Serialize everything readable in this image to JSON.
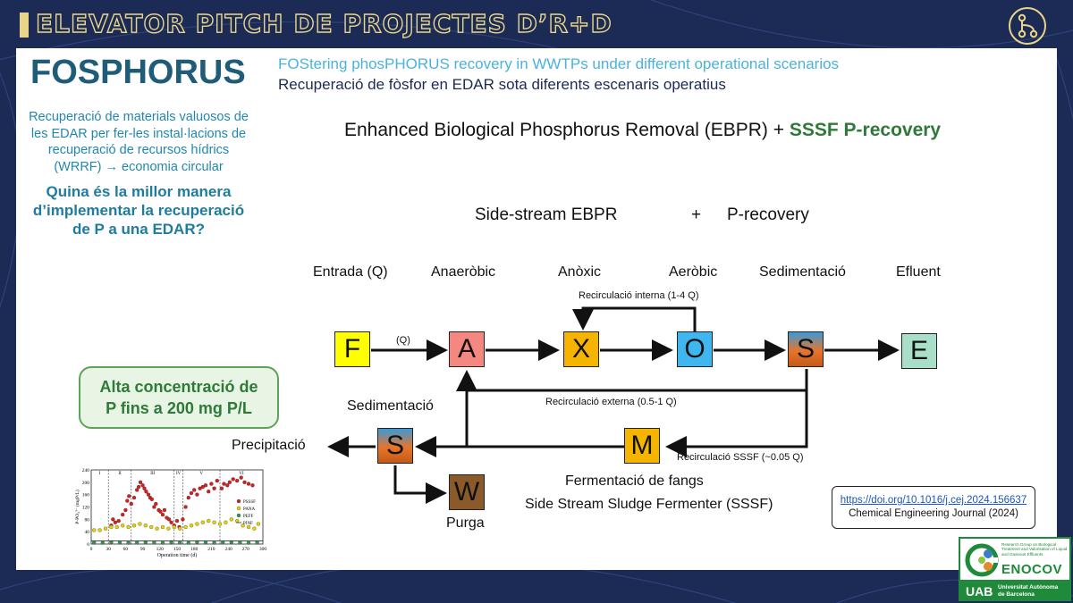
{
  "header": {
    "title": "ELEVATOR PITCH DE PROJECTES D’R+D",
    "icon": "network-icon"
  },
  "project": {
    "title": "FOSPHORUS",
    "subtitle_en": "FOStering phosPHORUS recovery in WWTPs under different operational scenarios",
    "subtitle_ca": "Recuperació de fòsfor en EDAR sota diferents escenaris operatius"
  },
  "left": {
    "intro": "Recuperació de materials valuosos de les EDAR per fer-les instal·lacions de recuperació de recursos hídrics (WRRF) → economia circular",
    "question": "Quina és la millor manera d’implementar la recuperació de P a una EDAR?"
  },
  "diagram": {
    "heading_main": "Enhanced Biological Phosphorus Removal (EBPR) + ",
    "heading_highlight": "SSSF P-recovery",
    "side_stream": "Side-stream EBPR",
    "plus": "+",
    "p_recovery": "P-recovery",
    "stages": {
      "entrada": "Entrada (Q)",
      "anaerobic": "Anaeròbic",
      "anoxic": "Anòxic",
      "aerobic": "Aeròbic",
      "sedimentacio": "Sedimentació",
      "efluent": "Efluent"
    },
    "boxes": {
      "F": "F",
      "A": "A",
      "X": "X",
      "O": "O",
      "S1": "S",
      "E": "E",
      "S2": "S",
      "M": "M",
      "W": "W"
    },
    "flow_q": "(Q)",
    "internal_recirc": "Recirculació interna (1-4 Q)",
    "external_recirc": "Recirculació externa (0.5-1 Q)",
    "sssf_recirc": "Recirculació SSSF (~0.05 Q)",
    "sedimentacio_lower": "Sedimentació",
    "precipitacio": "Precipitació",
    "purga": "Purga",
    "fermentacio": "Fermentació de fangs",
    "sssf_full": "Side Stream Sludge Fermenter (SSSF)",
    "colors": {
      "F": "#ffff00",
      "A": "#f4877f",
      "X": "#f5b400",
      "O": "#3fb6ee",
      "S": "#e8742a",
      "E": "#a9dec9",
      "M": "#f5b400",
      "W": "#8b5a2b"
    }
  },
  "callout": {
    "line1": "Alta concentració de",
    "line2": "P fins a 200 mg P/L"
  },
  "reference": {
    "doi": "https://doi.org/10.1016/j.cej.2024.156637",
    "journal": "Chemical Engineering Journal (2024)"
  },
  "chart_data": {
    "type": "scatter",
    "xlabel": "Operation time (d)",
    "ylabel": "P-PO₄³⁻ (mgP/L)",
    "xlim": [
      0,
      300
    ],
    "ylim": [
      0,
      240
    ],
    "x_ticks": [
      "0",
      "30",
      "60",
      "90",
      "120",
      "150",
      "180",
      "210",
      "240",
      "270",
      "300"
    ],
    "y_ticks": [
      "0",
      "20",
      "40",
      "60",
      "80",
      "100",
      "120",
      "140",
      "160",
      "180",
      "200",
      "220",
      "240"
    ],
    "phase_labels": [
      "I",
      "II",
      "III",
      "IV",
      "V",
      "VI"
    ],
    "phase_boundaries": [
      30,
      70,
      145,
      160,
      225
    ],
    "legend": [
      "PSSSF",
      "PANA",
      "PEFF",
      "PINF"
    ],
    "series": [
      {
        "name": "PSSSF",
        "color": "#d42020",
        "points": [
          [
            35,
            60
          ],
          [
            38,
            80
          ],
          [
            42,
            70
          ],
          [
            48,
            75
          ],
          [
            55,
            95
          ],
          [
            60,
            110
          ],
          [
            63,
            140
          ],
          [
            66,
            155
          ],
          [
            70,
            130
          ],
          [
            75,
            150
          ],
          [
            80,
            175
          ],
          [
            83,
            185
          ],
          [
            86,
            200
          ],
          [
            90,
            190
          ],
          [
            93,
            180
          ],
          [
            96,
            170
          ],
          [
            100,
            160
          ],
          [
            103,
            150
          ],
          [
            106,
            145
          ],
          [
            110,
            120
          ],
          [
            113,
            130
          ],
          [
            118,
            110
          ],
          [
            121,
            105
          ],
          [
            125,
            95
          ],
          [
            128,
            110
          ],
          [
            132,
            85
          ],
          [
            136,
            80
          ],
          [
            140,
            70
          ],
          [
            145,
            60
          ],
          [
            150,
            75
          ],
          [
            154,
            55
          ],
          [
            160,
            80
          ],
          [
            165,
            120
          ],
          [
            170,
            150
          ],
          [
            175,
            165
          ],
          [
            180,
            175
          ],
          [
            185,
            160
          ],
          [
            190,
            180
          ],
          [
            195,
            185
          ],
          [
            200,
            190
          ],
          [
            205,
            170
          ],
          [
            210,
            195
          ],
          [
            215,
            180
          ],
          [
            220,
            205
          ],
          [
            228,
            180
          ],
          [
            232,
            195
          ],
          [
            238,
            190
          ],
          [
            242,
            200
          ],
          [
            248,
            210
          ],
          [
            255,
            205
          ],
          [
            262,
            215
          ],
          [
            268,
            200
          ],
          [
            275,
            195
          ],
          [
            282,
            190
          ]
        ]
      },
      {
        "name": "PANA",
        "color": "#e6d400",
        "points": [
          [
            5,
            45
          ],
          [
            15,
            45
          ],
          [
            25,
            50
          ],
          [
            35,
            55
          ],
          [
            45,
            55
          ],
          [
            55,
            60
          ],
          [
            65,
            55
          ],
          [
            75,
            60
          ],
          [
            85,
            65
          ],
          [
            95,
            60
          ],
          [
            105,
            55
          ],
          [
            115,
            50
          ],
          [
            125,
            55
          ],
          [
            135,
            50
          ],
          [
            145,
            55
          ],
          [
            155,
            50
          ],
          [
            165,
            55
          ],
          [
            175,
            60
          ],
          [
            185,
            65
          ],
          [
            195,
            70
          ],
          [
            205,
            75
          ],
          [
            215,
            70
          ],
          [
            225,
            65
          ],
          [
            235,
            70
          ],
          [
            245,
            80
          ],
          [
            255,
            75
          ],
          [
            265,
            60
          ],
          [
            275,
            55
          ],
          [
            285,
            50
          ],
          [
            292,
            65
          ]
        ]
      },
      {
        "name": "PEFF",
        "color": "#28a04a",
        "points": [
          [
            5,
            5
          ],
          [
            20,
            4
          ],
          [
            35,
            6
          ],
          [
            50,
            5
          ],
          [
            65,
            4
          ],
          [
            80,
            5
          ],
          [
            95,
            6
          ],
          [
            110,
            5
          ],
          [
            125,
            4
          ],
          [
            140,
            6
          ],
          [
            155,
            5
          ],
          [
            170,
            4
          ],
          [
            185,
            6
          ],
          [
            200,
            5
          ],
          [
            215,
            4
          ],
          [
            230,
            5
          ],
          [
            245,
            6
          ],
          [
            260,
            5
          ],
          [
            275,
            4
          ],
          [
            290,
            5
          ]
        ]
      },
      {
        "name": "PINF",
        "color": "#333333",
        "line": true,
        "points": [
          [
            0,
            10
          ],
          [
            300,
            10
          ]
        ]
      }
    ]
  }
}
